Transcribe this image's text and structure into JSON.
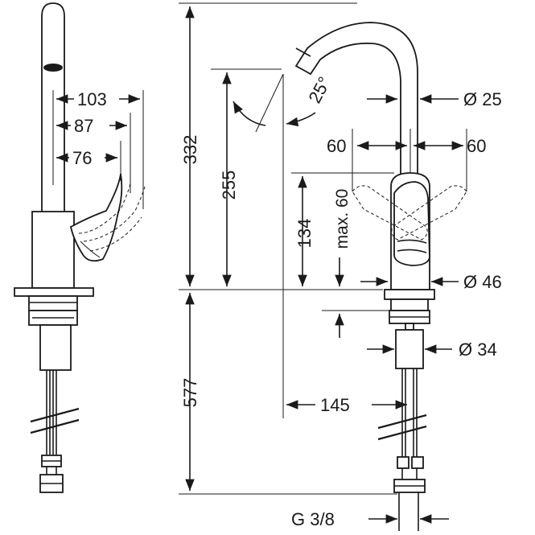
{
  "dimensions": {
    "d103": "103",
    "d87": "87",
    "d76": "76",
    "d332": "332",
    "d255": "255",
    "d134": "134",
    "dmax60": "max. 60",
    "d577": "577",
    "d145": "145",
    "angle25": "25°",
    "dia25": "Ø 25",
    "d60a": "60",
    "d60b": "60",
    "dia46": "Ø 46",
    "dia34": "Ø 34",
    "thread": "G 3/8"
  }
}
